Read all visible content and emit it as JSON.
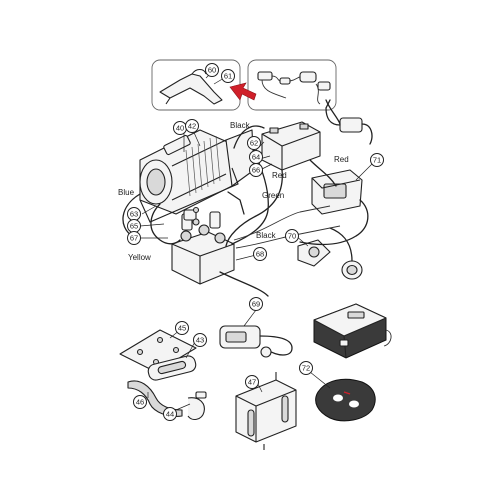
{
  "colors": {
    "highlight": "#d0202a",
    "ink": "#222222"
  },
  "wire_labels": {
    "black_top": "Black",
    "red_right": "Red",
    "red_mid": "Red",
    "blue": "Blue",
    "green": "Green",
    "black_low": "Black",
    "yellow": "Yellow"
  },
  "callouts": {
    "n40": "40",
    "n42": "42",
    "n60": "60",
    "n61": "61",
    "n62": "62",
    "n64": "64",
    "n66": "66",
    "n71": "71",
    "n63": "63",
    "n65": "65",
    "n67": "67",
    "n70": "70",
    "n68": "68",
    "n69": "69",
    "n45": "45",
    "n43": "43",
    "n46": "46",
    "n44": "44",
    "n47": "47",
    "n72": "72"
  },
  "arrow": {
    "icon": "red-arrow-icon"
  }
}
